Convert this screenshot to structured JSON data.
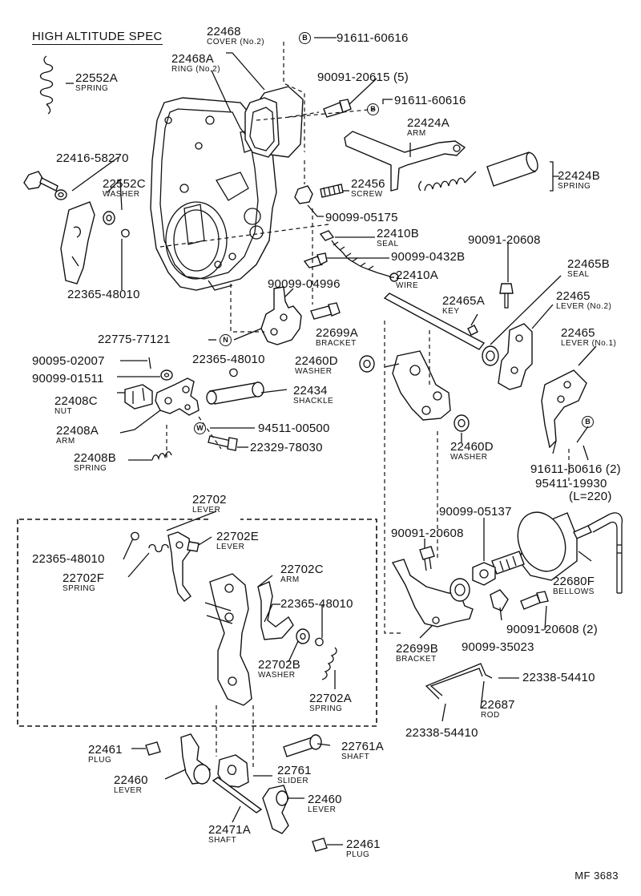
{
  "title": "HIGH ALTITUDE SPEC",
  "figure_code": "MF 3683",
  "callouts": {
    "b": "B",
    "n": "N",
    "w": "W"
  },
  "labels": {
    "p22468": {
      "num": "22468",
      "name": "COVER (No.2)"
    },
    "p91611_top": {
      "num": "91611-60616"
    },
    "p22468A": {
      "num": "22468A",
      "name": "RING (No.2)"
    },
    "p22552A": {
      "num": "22552A",
      "name": "SPRING"
    },
    "p90091_20615": {
      "num": "90091-20615 (5)"
    },
    "p91611_b2": {
      "num": "91611-60616"
    },
    "p22424A": {
      "num": "22424A",
      "name": "ARM"
    },
    "p22416": {
      "num": "22416-58270"
    },
    "p22552C": {
      "num": "22552C",
      "name": "WASHER"
    },
    "p22456": {
      "num": "22456",
      "name": "SCREW"
    },
    "p22424B": {
      "num": "22424B",
      "name": "SPRING"
    },
    "p90099_05175": {
      "num": "90099-05175"
    },
    "p22410B": {
      "num": "22410B",
      "name": "SEAL"
    },
    "p90091_20608_a": {
      "num": "90091-20608"
    },
    "p90099_0432B": {
      "num": "90099-0432B"
    },
    "p22465B": {
      "num": "22465B",
      "name": "SEAL"
    },
    "p22410A": {
      "num": "22410A",
      "name": "WIRE"
    },
    "p22365_48010_a": {
      "num": "22365-48010"
    },
    "p90099_04996": {
      "num": "90099-04996"
    },
    "p22465A": {
      "num": "22465A",
      "name": "KEY"
    },
    "p22465_2": {
      "num": "22465",
      "name": "LEVER (No.2)"
    },
    "p22775": {
      "num": "22775-77121"
    },
    "p22699A": {
      "num": "22699A",
      "name": "BRACKET"
    },
    "p22465_1": {
      "num": "22465",
      "name": "LEVER (No.1)"
    },
    "p90095": {
      "num": "90095-02007"
    },
    "p22365_48010_b": {
      "num": "22365-48010"
    },
    "p22460D_a": {
      "num": "22460D",
      "name": "WASHER"
    },
    "p90099_01511": {
      "num": "90099-01511"
    },
    "p22408C": {
      "num": "22408C",
      "name": "NUT"
    },
    "p22434": {
      "num": "22434",
      "name": "SHACKLE"
    },
    "p22408A": {
      "num": "22408A",
      "name": "ARM"
    },
    "p94511": {
      "num": "94511-00500"
    },
    "p22329": {
      "num": "22329-78030"
    },
    "p22460D_b": {
      "num": "22460D",
      "name": "WASHER"
    },
    "p22408B": {
      "num": "22408B",
      "name": "SPRING"
    },
    "p91611_2": {
      "num": "91611-60616 (2)"
    },
    "p95411": {
      "num": "95411-19930"
    },
    "p95411_len": {
      "num": "(L=220)"
    },
    "p22702": {
      "num": "22702",
      "name": "LEVER"
    },
    "p90099_05137": {
      "num": "90099-05137"
    },
    "p90091_20608_b": {
      "num": "90091-20608"
    },
    "p22702E": {
      "num": "22702E",
      "name": "LEVER"
    },
    "p22365_48010_c": {
      "num": "22365-48010"
    },
    "p22702F": {
      "num": "22702F",
      "name": "SPRING"
    },
    "p22702C": {
      "num": "22702C",
      "name": "ARM"
    },
    "p22680F": {
      "num": "22680F",
      "name": "BELLOWS"
    },
    "p22365_48010_d": {
      "num": "22365-48010"
    },
    "p90091_20608_2": {
      "num": "90091-20608 (2)"
    },
    "p22699B": {
      "num": "22699B",
      "name": "BRACKET"
    },
    "p90099_35023": {
      "num": "90099-35023"
    },
    "p22702B": {
      "num": "22702B",
      "name": "WASHER"
    },
    "p22338_a": {
      "num": "22338-54410"
    },
    "p22702A": {
      "num": "22702A",
      "name": "SPRING"
    },
    "p22687": {
      "num": "22687",
      "name": "ROD"
    },
    "p22338_b": {
      "num": "22338-54410"
    },
    "p22461_a": {
      "num": "22461",
      "name": "PLUG"
    },
    "p22761A": {
      "num": "22761A",
      "name": "SHAFT"
    },
    "p22460_a": {
      "num": "22460",
      "name": "LEVER"
    },
    "p22761": {
      "num": "22761",
      "name": "SLIDER"
    },
    "p22460_b": {
      "num": "22460",
      "name": "LEVER"
    },
    "p22471A": {
      "num": "22471A",
      "name": "SHAFT"
    },
    "p22461_b": {
      "num": "22461",
      "name": "PLUG"
    }
  }
}
